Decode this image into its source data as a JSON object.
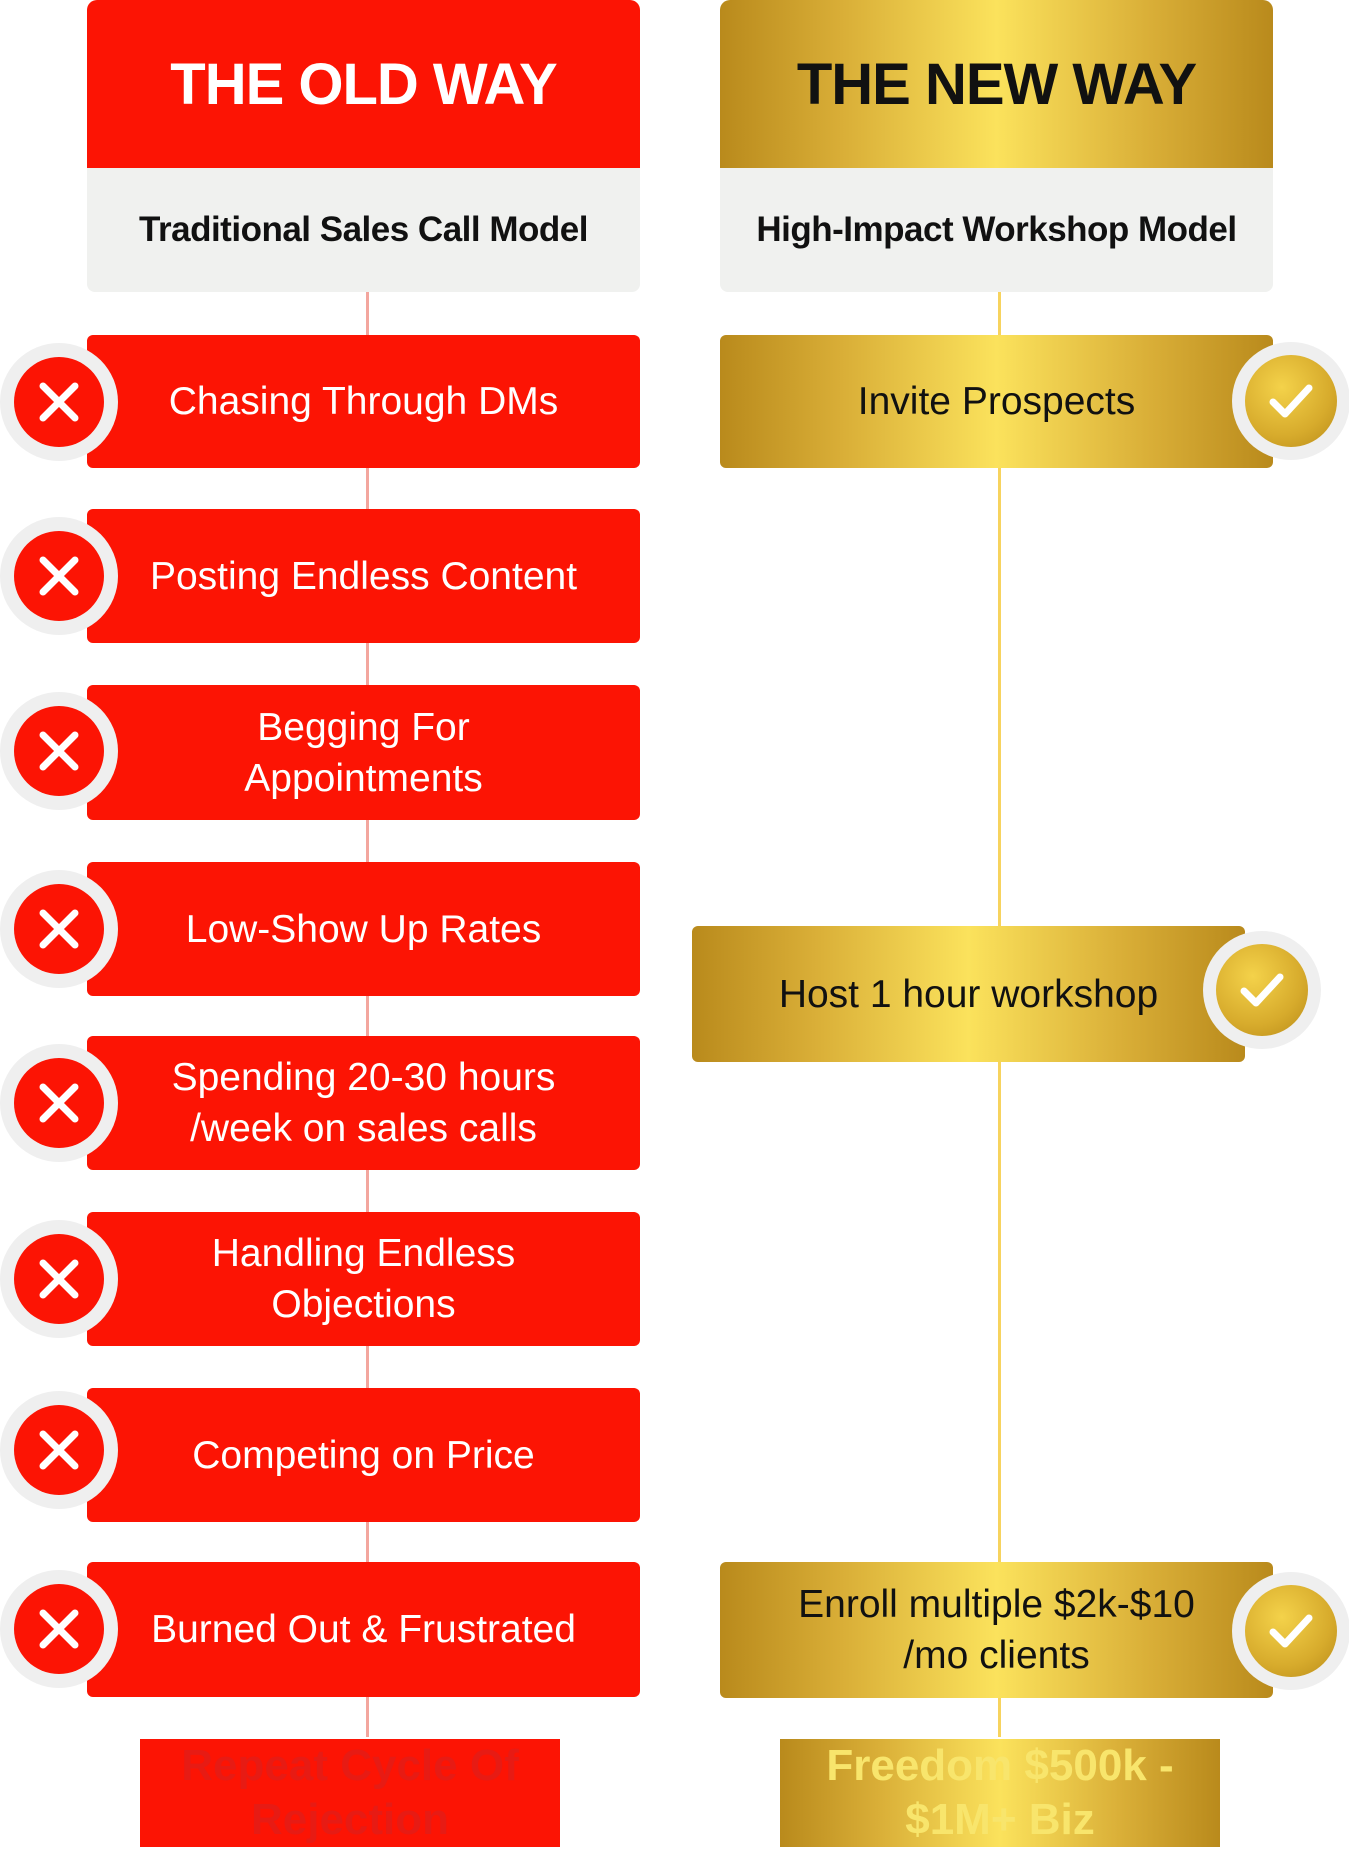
{
  "old_way": {
    "title": "THE OLD WAY",
    "subtitle": "Traditional Sales Call Model",
    "steps": [
      "Chasing Through DMs",
      "Posting Endless Content",
      "Begging For Appointments",
      "Low-Show Up Rates",
      "Spending 20-30 hours /week on sales calls",
      "Handling Endless Objections",
      "Competing on Price",
      "Burned Out & Frustrated"
    ],
    "outcome": "Repeat Cycle Of Rejection",
    "icon": "x-mark-icon",
    "color": "#fc1404"
  },
  "new_way": {
    "title": "THE NEW WAY",
    "subtitle": "High-Impact Workshop Model",
    "steps": [
      "Invite Prospects",
      "Host 1 hour workshop",
      "Enroll multiple $2k-$10 /mo clients"
    ],
    "outcome": "Freedom $500k - $1M+ Biz",
    "icon": "check-mark-icon",
    "color": "#d9ae37"
  }
}
